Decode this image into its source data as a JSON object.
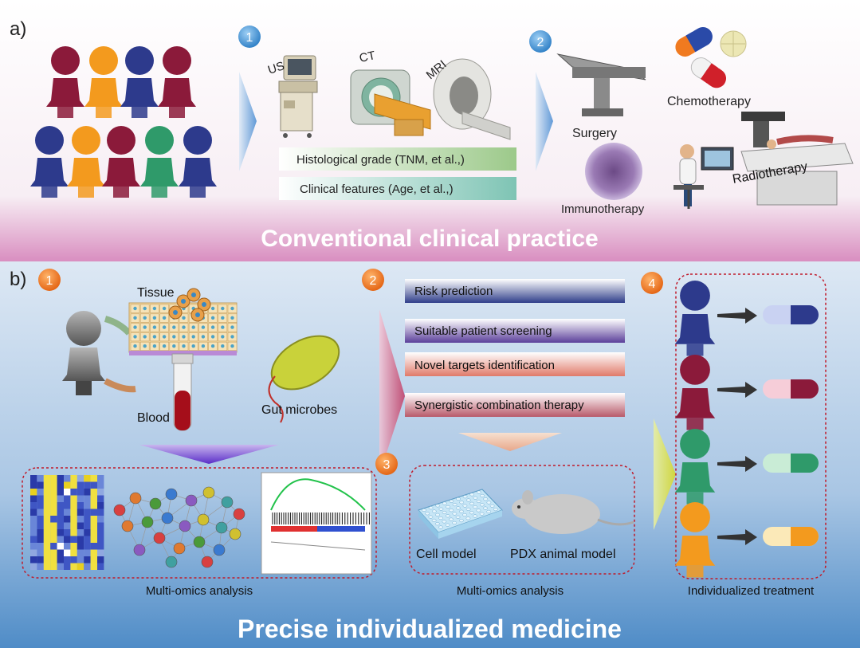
{
  "panel_a": {
    "label": "a)",
    "banner": "Conventional clinical practice",
    "step1": "1",
    "step2": "2",
    "imaging": {
      "us": "US",
      "ct": "CT",
      "mri": "MRI"
    },
    "bars": [
      "Histological grade (TNM, et al.,)",
      "Clinical features (Age, et al.,)"
    ],
    "treatments": {
      "surgery": "Surgery",
      "chemotherapy": "Chemotherapy",
      "immunotherapy": "Immunotherapy",
      "radiotherapy": "Radiotherapy"
    },
    "colors": {
      "crimson": "#8b1a3a",
      "orange": "#f39a1e",
      "navy": "#2d3a8c",
      "green": "#2f9a6a"
    }
  },
  "panel_b": {
    "label": "b)",
    "banner": "Precise individualized medicine",
    "step1": "1",
    "step2": "2",
    "step3": "3",
    "step4": "4",
    "sources": {
      "tissue": "Tissue",
      "blood": "Blood",
      "gut": "Gut microbes"
    },
    "outcomes": [
      "Risk prediction",
      "Suitable patient screening",
      "Novel targets identification",
      "Synergistic combination therapy"
    ],
    "models": {
      "cell": "Cell model",
      "pdx": "PDX animal model"
    },
    "analysis_left": "Multi-omics analysis",
    "analysis_mid": "Multi-omics analysis",
    "treatment_caption": "Individualized treatment"
  }
}
